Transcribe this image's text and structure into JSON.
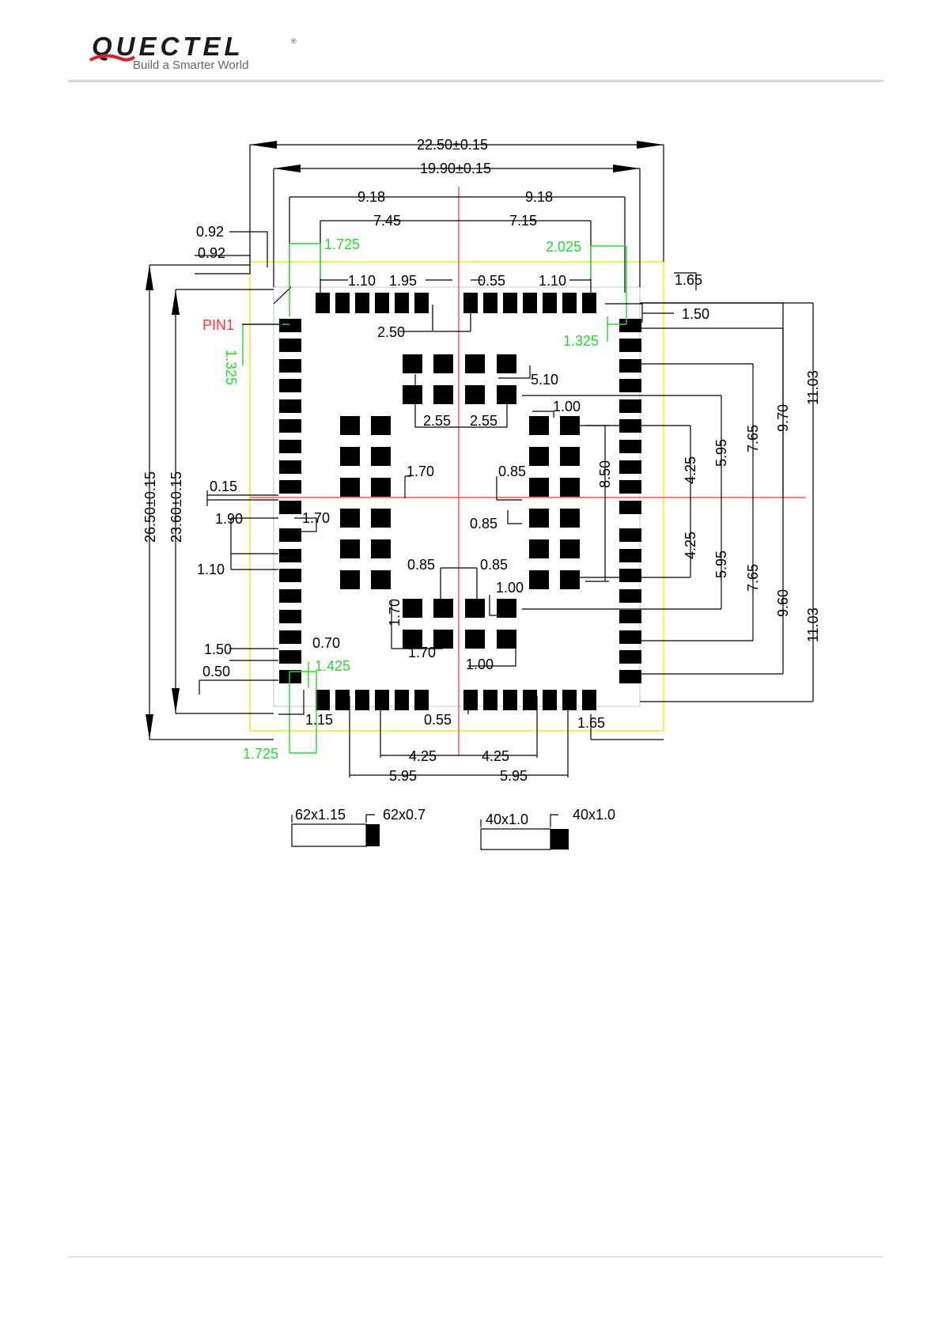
{
  "header": {
    "logo_text": "QUECTEL",
    "logo_reg": "®",
    "tagline": "Build a Smarter World"
  },
  "colors": {
    "pad": "#000000",
    "dimension": "#000000",
    "green_dimension": "#22dd22",
    "centerline": "#ff3333",
    "outline": "#f2ef30",
    "pin1_label": "#ff3333"
  },
  "drawing": {
    "pin1": "PIN1",
    "top_dims": {
      "outer": "22.50±0.15",
      "inner": "19.90±0.15",
      "half_left": "9.18",
      "half_right": "9.18",
      "pad_left": "7.45",
      "pad_right": "7.15"
    },
    "green": {
      "g1": "1.725",
      "g2": "2.025",
      "g3": "1.325",
      "g4": "1.325",
      "g5": "1.425",
      "g6": "1.725"
    },
    "left_dims": {
      "a": "0.92",
      "b": "0.92",
      "outer": "26.50±0.15",
      "inner": "23.60±0.15",
      "c": "0.15",
      "d": "1.90",
      "e": "1.70",
      "f": "1.10",
      "g": "1.50",
      "h": "0.70",
      "i": "0.50"
    },
    "top_row_dims": {
      "a": "1.10",
      "b": "1.95",
      "c": "0.55",
      "d": "1.10",
      "e": "1.65"
    },
    "center_dims": {
      "a": "2.50",
      "b": "5.10",
      "c": "2.55",
      "d": "2.55",
      "e": "1.00",
      "f": "1.70",
      "g": "0.85",
      "h": "0.85",
      "i": "8.50",
      "j": "0.85",
      "k": "0.85",
      "l": "1.00",
      "m": "1.70",
      "n": "1.70",
      "o": "1.00"
    },
    "right_dims": {
      "a": "1.50",
      "upper_425": "4.25",
      "upper_595": "5.95",
      "upper_765": "7.65",
      "upper_970": "9.70",
      "upper_1103": "11.03",
      "lower_425": "4.25",
      "lower_595": "5.95",
      "lower_765": "7.65",
      "lower_960": "9.60",
      "lower_1103": "11.03"
    },
    "bottom_dims": {
      "a": "1.15",
      "b": "0.55",
      "c": "1.65",
      "l425": "4.25",
      "r425": "4.25",
      "l595": "5.95",
      "r595": "5.95"
    },
    "legend": {
      "a": "62x1.15",
      "b": "62x0.7",
      "c": "40x1.0",
      "d": "40x1.0"
    }
  }
}
